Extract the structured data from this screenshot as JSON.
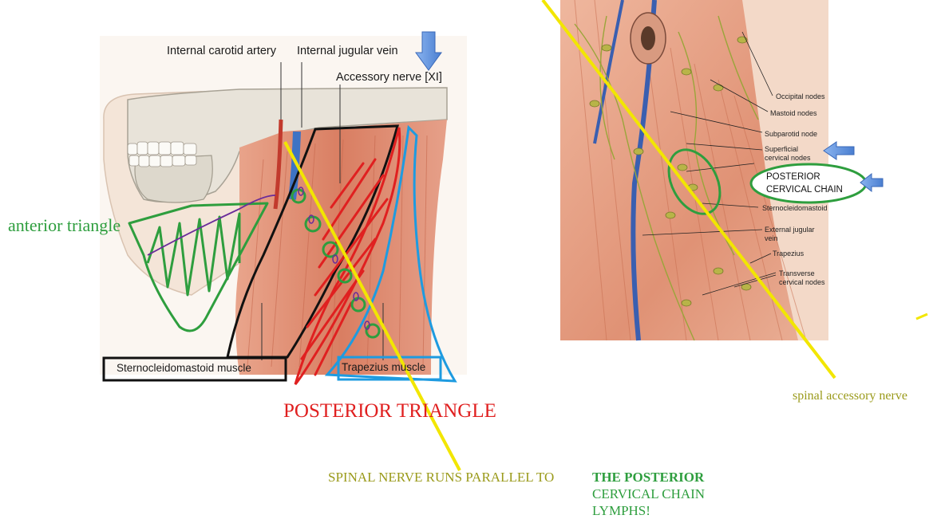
{
  "left_figure": {
    "labels": {
      "internal_carotid": "Internal carotid artery",
      "internal_jugular": "Internal jugular vein",
      "accessory_nerve": "Accessory nerve [XI]",
      "scm": "Sternocleidomastoid muscle",
      "trapezius": "Trapezius muscle"
    }
  },
  "right_figure": {
    "labels": {
      "occipital": "Occipital nodes",
      "mastoid": "Mastoid nodes",
      "subparotid": "Subparotid node",
      "superficial_line1": "Superficial",
      "superficial_line2": "cervical nodes",
      "scm": "Sternocleidomastoid",
      "ext_jugular_line1": "External jugular",
      "ext_jugular_line2": "vein",
      "trapezius": "Trapezius",
      "transverse_line1": "Transverse",
      "transverse_line2": "cervical nodes"
    },
    "posterior_chain_line1": "POSTERIOR",
    "posterior_chain_line2": "CERVICAL CHAIN"
  },
  "annotations": {
    "anterior_triangle": "anterior triangle",
    "posterior_triangle": "POSTERIOR TRIANGLE",
    "spinal_accessory_nerve": "spinal accessory nerve",
    "note_part1": "SPINAL NERVE RUNS PARALLEL TO",
    "note_bold": "THE POSTERIOR",
    "note_line2": "CERVICAL CHAIN",
    "note_line3": "LYMPHS!"
  },
  "colors": {
    "annotation_green": "#2e9e3e",
    "annotation_red": "#e02020",
    "annotation_blue": "#1e9be0",
    "annotation_yellow": "#f2e600",
    "annotation_olive": "#9a9a1a",
    "arrow_blue": "#6a9ae0"
  }
}
